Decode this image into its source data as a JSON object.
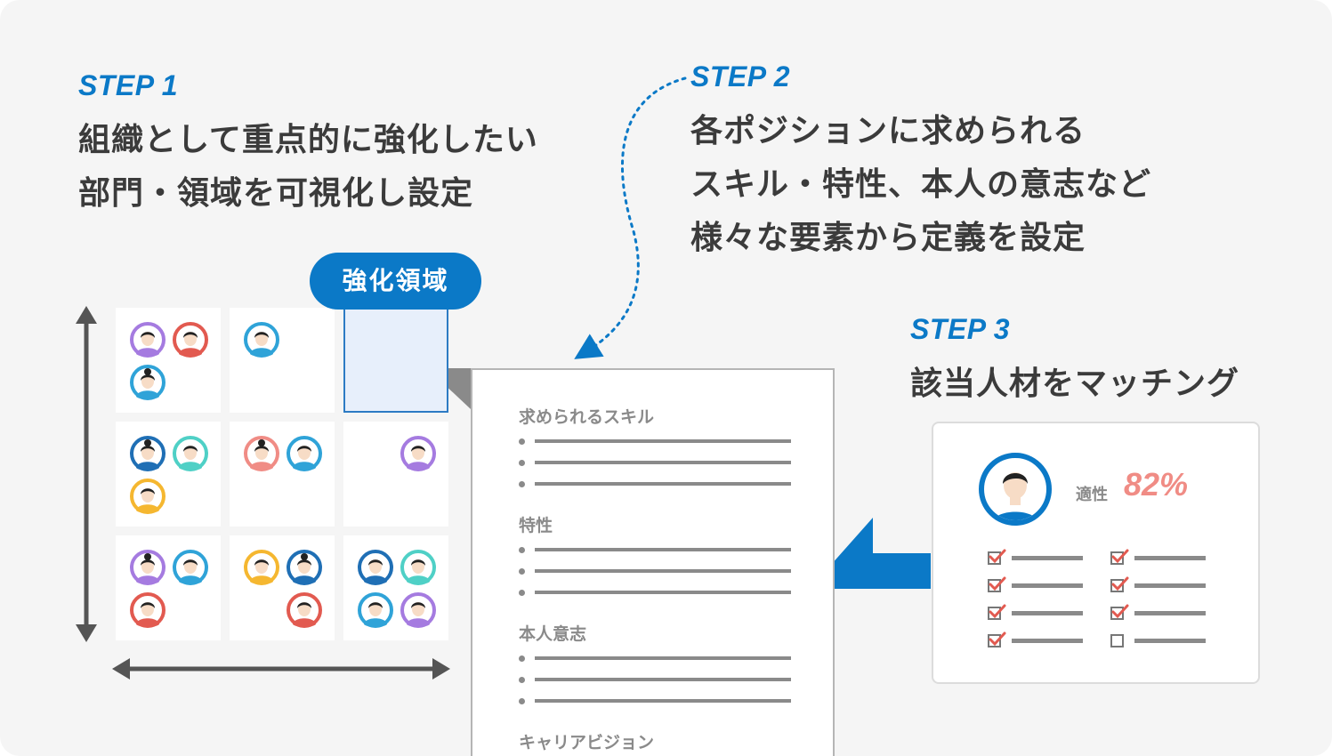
{
  "step1": {
    "label": "STEP 1",
    "lines": [
      "組織として重点的に強化したい",
      "部門・領域を可視化し設定"
    ]
  },
  "step2": {
    "label": "STEP 2",
    "lines": [
      "各ポジションに求められる",
      "スキル・特性、本人の意志など",
      "様々な要素から定義を設定"
    ]
  },
  "step3": {
    "label": "STEP 3",
    "lines": [
      "該当人材をマッチング"
    ]
  },
  "matrix": {
    "bubble_label": "強化領域",
    "highlighted_cell": 2,
    "cells": [
      [
        "purple",
        "red",
        "blue"
      ],
      [
        "blue"
      ],
      [],
      [
        "darkblue",
        "teal",
        "yellow"
      ],
      [
        "pink",
        "blue"
      ],
      [
        "purple"
      ],
      [
        "purple",
        "blue",
        "red"
      ],
      [
        "yellow",
        "darkblue",
        "red"
      ],
      [
        "darkblue",
        "teal",
        "blue",
        "purple"
      ]
    ]
  },
  "document": {
    "sections": [
      "求められるスキル",
      "特性",
      "本人意志",
      "キャリアビジョン"
    ]
  },
  "match_card": {
    "fit_label": "適性",
    "fit_value": "82%",
    "checks_left": [
      true,
      true,
      true,
      true
    ],
    "checks_right": [
      true,
      true,
      true,
      false
    ]
  },
  "colors": {
    "accent": "#0b79c7",
    "fit_value": "#f08c85",
    "check_red": "#e25a50",
    "avatar_purple": "#a57be0",
    "avatar_red": "#e25a50",
    "avatar_blue": "#2fa3d8",
    "avatar_darkblue": "#1f6fb5",
    "avatar_teal": "#4fd0c6",
    "avatar_yellow": "#f5b730",
    "avatar_pink": "#f08c85"
  }
}
